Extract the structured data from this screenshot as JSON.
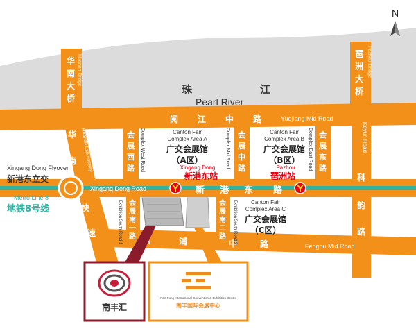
{
  "north": {
    "label": "N"
  },
  "river": {
    "zh_1": "珠",
    "zh_2": "江",
    "en": "Pearl River"
  },
  "bridges": {
    "huanan": {
      "zh": [
        "华",
        "南",
        "大",
        "桥"
      ],
      "en": "Huanan Bridge"
    },
    "pazhou": {
      "zh": [
        "琶",
        "洲",
        "大",
        "桥"
      ],
      "en": "Pazhou Bridge"
    }
  },
  "roads": {
    "yuejiang": {
      "zh": [
        "阅",
        "江",
        "中",
        "路"
      ],
      "en": "Yuejiang Mid Road"
    },
    "xingang_dong": {
      "zh": [
        "新",
        "港",
        "东",
        "路"
      ],
      "en": "Xingang Dong Road"
    },
    "fengpu": {
      "zh": [
        "凤",
        "浦",
        "中",
        "路"
      ],
      "en": "Fengpu Mid Road"
    },
    "huanan_expressway": {
      "zh": [
        "华",
        "南",
        "快",
        "速"
      ],
      "en": "Huanan Expressway"
    },
    "keyun": {
      "zh": [
        "科",
        "韵",
        "路"
      ],
      "en": "Keyun Road"
    },
    "complex_west": {
      "zh": [
        "会",
        "展",
        "西",
        "路"
      ],
      "en": "Complex West Road"
    },
    "complex_mid": {
      "zh": [
        "会",
        "展",
        "中",
        "路"
      ],
      "en": "Complex Mid Road"
    },
    "complex_east": {
      "zh": [
        "会",
        "展",
        "东",
        "路"
      ],
      "en": "Complex East Road"
    },
    "exhibition_south_1": {
      "zh": [
        "会",
        "展",
        "南",
        "一",
        "路"
      ],
      "en": "Exhibition South Road 1"
    },
    "exhibition_south_2": {
      "zh": [
        "会",
        "展",
        "南",
        "二",
        "路"
      ],
      "en": "Exhibition South Road 2"
    }
  },
  "flyover": {
    "en": "Xingang Dong Flyover",
    "zh": "新港东立交"
  },
  "metro": {
    "en": "Metro Line 8",
    "zh": "地铁8号线",
    "color": "#2eb5a4"
  },
  "stations": {
    "xingang_dong": {
      "en": "Xingang Dong",
      "zh": "新港东站"
    },
    "pazhou": {
      "en": "Pazhou",
      "zh": "琶洲站"
    }
  },
  "complexes": {
    "a": {
      "en_1": "Canton Fair",
      "en_2": "Complex Area A",
      "zh": "广交会展馆",
      "zh_sub": "（A区）"
    },
    "b": {
      "en_1": "Canton Fair",
      "en_2": "Complex Area B",
      "zh": "广交会展馆",
      "zh_sub": "（B区）"
    },
    "c": {
      "en_1": "Canton Fair",
      "en_2": "Complex Area C",
      "zh": "广交会展馆",
      "zh_sub": "（C区）"
    }
  },
  "logos": {
    "nanfenghui": {
      "name": "南丰汇",
      "border": "#8b1c2b"
    },
    "nanfeng_center": {
      "en": "Nan Fung International Convention & Exhibition Center",
      "zh": "南丰国际会展中心",
      "color": "#f08c1e"
    }
  },
  "colors": {
    "road": "#f39019",
    "road_text": "#ffffff",
    "river": "#dcdcdc",
    "station_red": "#e60012"
  }
}
